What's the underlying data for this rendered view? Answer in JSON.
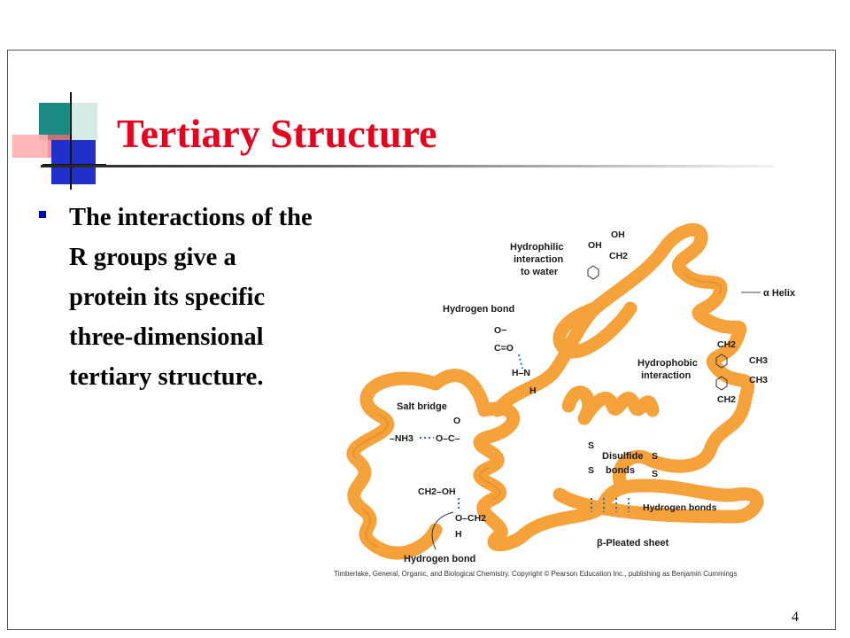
{
  "slide": {
    "title": "Tertiary Structure",
    "bullet": "The interactions of the R groups give a protein its specific three-dimensional tertiary structure.",
    "page_number": "4"
  },
  "figure": {
    "labels": {
      "hydrophilic_1": "Hydrophilic",
      "hydrophilic_2": "interaction",
      "hydrophilic_3": "to water",
      "alpha_helix": "α Helix",
      "hydrogen_bond_top": "Hydrogen bond",
      "hydrophobic_1": "Hydrophobic",
      "hydrophobic_2": "interaction",
      "salt_bridge": "Salt bridge",
      "disulfide_1": "Disulfide",
      "disulfide_2": "bonds",
      "hydrogen_bonds": "Hydrogen bonds",
      "pleated_sheet": "β-Pleated sheet",
      "hydrogen_bond_bottom": "Hydrogen bond"
    },
    "chem": {
      "oh_top": "OH",
      "ch2_top": "CH2",
      "oh_ring": "OH",
      "o_minus": "O−",
      "c_eq_o": "C=O",
      "h_n": "H–N",
      "h_bottom": "H",
      "ch2_r1": "CH2",
      "ch3_r1": "CH3",
      "ch3_r2": "CH3",
      "ch2_r2": "CH2",
      "nh3": "–NH3",
      "o_c": "O–C–",
      "o_salt": "O",
      "s1": "S",
      "s2": "S",
      "s3": "S",
      "s4": "S",
      "ch2_oh": "CH2–OH",
      "o_ch2": "O–CH2",
      "h_low": "H"
    },
    "caption": "Timberlake, General, Organic, and Biological Chemistry.  Copyright © Pearson Education Inc., publishing as Benjamin Cummings"
  },
  "colors": {
    "title": "#e8001c",
    "bullet": "#0000cc",
    "ribbon": "#f5a23a",
    "ribbon_edge": "#e0881e"
  }
}
